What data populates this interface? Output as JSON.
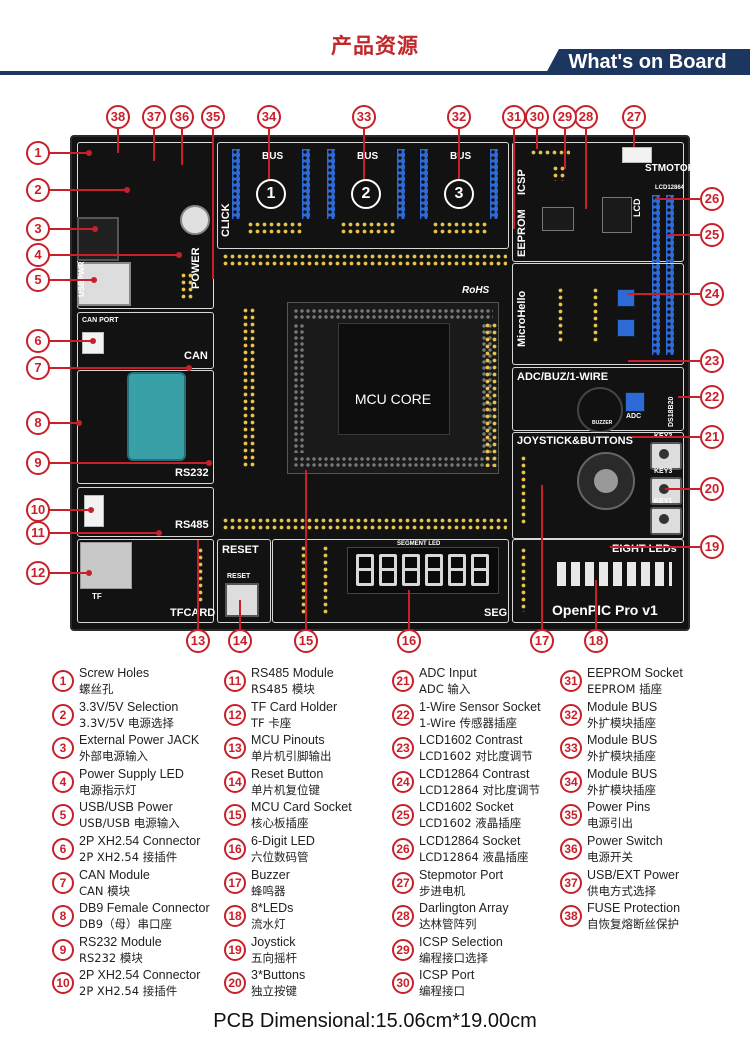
{
  "header": {
    "title_cn": "产品资源",
    "banner": "What's on Board"
  },
  "board": {
    "labels": {
      "mcu_core": "MCU CORE",
      "click": "CLICK",
      "power": "POWER",
      "can": "CAN",
      "rs232": "RS232",
      "rs485": "RS485",
      "tfcard": "TFCARD",
      "reset": "RESET",
      "reset_key": "RESET",
      "seg": "SEG",
      "segment_led": "SEGMENT LED",
      "icsp": "ICSP",
      "eeprom": "EEPROM",
      "stmotor": "STMOTOR",
      "lcd": "LCD",
      "lcd12864": "LCD12864",
      "adc_buz": "ADC/BUZ/1-WIRE",
      "joystick_buttons": "JOYSTICK&BUTTONS",
      "eight_leds": "EIGHT LEDs",
      "openpic": "OpenPIC Pro v1",
      "microhello": "MicroHello",
      "rohs": "RoHS",
      "key1": "KEY1",
      "key2": "KEY2",
      "key3": "KEY3",
      "ds18b20": "DS18B20",
      "adc": "ADC",
      "can_port": "CAN PORT",
      "usbpwr": "USBPWR",
      "tf": "TF",
      "bus": "BUS",
      "buzzer": "BUZZER"
    },
    "bus_numbers": [
      "1",
      "2",
      "3"
    ],
    "callouts": [
      "1",
      "2",
      "3",
      "4",
      "5",
      "6",
      "7",
      "8",
      "9",
      "10",
      "11",
      "12",
      "13",
      "14",
      "15",
      "16",
      "17",
      "18",
      "19",
      "20",
      "21",
      "22",
      "23",
      "24",
      "25",
      "26",
      "27",
      "28",
      "29",
      "30",
      "31",
      "32",
      "33",
      "34",
      "35",
      "36",
      "37",
      "38"
    ]
  },
  "legend": [
    {
      "num": "1",
      "en": "Screw Holes",
      "zh": "螺丝孔"
    },
    {
      "num": "2",
      "en": "3.3V/5V Selection",
      "zh": "3.3V/5V 电源选择"
    },
    {
      "num": "3",
      "en": "External Power JACK",
      "zh": "外部电源输入"
    },
    {
      "num": "4",
      "en": "Power Supply LED",
      "zh": "电源指示灯"
    },
    {
      "num": "5",
      "en": "USB/USB Power",
      "zh": "USB/USB 电源输入"
    },
    {
      "num": "6",
      "en": "2P XH2.54 Connector",
      "zh": "2P XH2.54 接插件"
    },
    {
      "num": "7",
      "en": "CAN Module",
      "zh": "CAN 模块"
    },
    {
      "num": "8",
      "en": "DB9 Female Connector",
      "zh": "DB9（母）串口座"
    },
    {
      "num": "9",
      "en": "RS232 Module",
      "zh": "RS232 模块"
    },
    {
      "num": "10",
      "en": "2P XH2.54 Connector",
      "zh": "2P XH2.54 接插件"
    },
    {
      "num": "11",
      "en": "RS485 Module",
      "zh": "RS485 模块"
    },
    {
      "num": "12",
      "en": "TF Card Holder",
      "zh": "TF 卡座"
    },
    {
      "num": "13",
      "en": "MCU Pinouts",
      "zh": "单片机引脚输出"
    },
    {
      "num": "14",
      "en": "Reset Button",
      "zh": "单片机复位键"
    },
    {
      "num": "15",
      "en": "MCU Card Socket",
      "zh": "核心板插座"
    },
    {
      "num": "16",
      "en": "6-Digit LED",
      "zh": "六位数码管"
    },
    {
      "num": "17",
      "en": "Buzzer",
      "zh": "蜂鸣器"
    },
    {
      "num": "18",
      "en": "8*LEDs",
      "zh": "流水灯"
    },
    {
      "num": "19",
      "en": "Joystick",
      "zh": "五向摇杆"
    },
    {
      "num": "20",
      "en": "3*Buttons",
      "zh": "独立按键"
    },
    {
      "num": "21",
      "en": "ADC Input",
      "zh": "ADC 输入"
    },
    {
      "num": "22",
      "en": "1-Wire Sensor Socket",
      "zh": "1-Wire 传感器插座"
    },
    {
      "num": "23",
      "en": "LCD1602 Contrast",
      "zh": "LCD1602 对比度调节"
    },
    {
      "num": "24",
      "en": "LCD12864 Contrast",
      "zh": "LCD12864 对比度调节"
    },
    {
      "num": "25",
      "en": "LCD1602 Socket",
      "zh": "LCD1602 液晶插座"
    },
    {
      "num": "26",
      "en": "LCD12864 Socket",
      "zh": "LCD12864 液晶插座"
    },
    {
      "num": "27",
      "en": "Stepmotor Port",
      "zh": "步进电机"
    },
    {
      "num": "28",
      "en": "Darlington Array",
      "zh": "达林管阵列"
    },
    {
      "num": "29",
      "en": "ICSP Selection",
      "zh": "编程接口选择"
    },
    {
      "num": "30",
      "en": "ICSP Port",
      "zh": "编程接口"
    },
    {
      "num": "31",
      "en": "EEPROM Socket",
      "zh": "EEPROM 插座"
    },
    {
      "num": "32",
      "en": "Module BUS",
      "zh": "外扩模块插座"
    },
    {
      "num": "33",
      "en": "Module BUS",
      "zh": "外扩模块插座"
    },
    {
      "num": "34",
      "en": "Module BUS",
      "zh": "外扩模块插座"
    },
    {
      "num": "35",
      "en": "Power Pins",
      "zh": "电源引出"
    },
    {
      "num": "36",
      "en": "Power Switch",
      "zh": "电源开关"
    },
    {
      "num": "37",
      "en": "USB/EXT Power",
      "zh": "供电方式选择"
    },
    {
      "num": "38",
      "en": "FUSE Protection",
      "zh": "自恢复熔断丝保护"
    }
  ],
  "footer": "PCB Dimensional:15.06cm*19.00cm"
}
